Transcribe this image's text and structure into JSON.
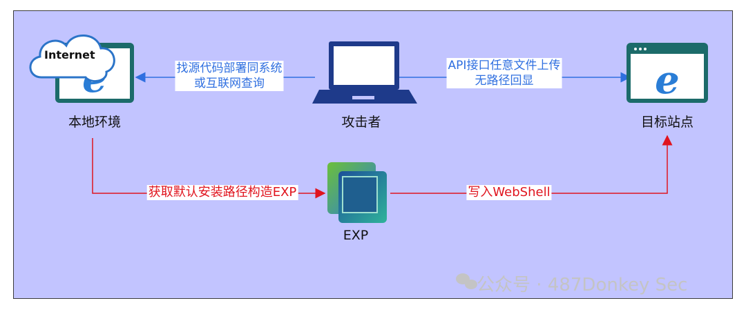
{
  "nodes": {
    "local": {
      "label": "本地环境",
      "cloud_label": "Internet"
    },
    "attacker": {
      "label": "攻击者"
    },
    "target": {
      "label": "目标站点"
    },
    "exp": {
      "label": "EXP"
    }
  },
  "edges": {
    "attacker_to_local": {
      "line1": "找源代码部署同系统",
      "line2": "或互联网查询"
    },
    "attacker_to_target": {
      "line1": "API接口任意文件上传",
      "line2": "无路径回显"
    },
    "local_to_exp": {
      "label": "获取默认安装路径构造EXP"
    },
    "exp_to_target": {
      "label": "写入WebShell"
    }
  },
  "watermark": {
    "text": "公众号 · 487Donkey Sec"
  },
  "colors": {
    "background": "#c2c4ff",
    "blue_edge": "#2f6fe0",
    "red_edge": "#e0141e"
  }
}
